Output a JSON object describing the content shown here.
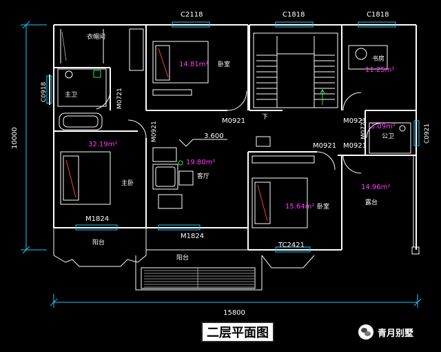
{
  "title": "二层平面图",
  "watermark": "青月别墅",
  "dimensions": {
    "total_width": "15800",
    "total_height": "10000"
  },
  "level_mark": "3.600",
  "windows": {
    "c2118": "C2118",
    "c1818_stair": "C1818",
    "c1818_study": "C1818",
    "c0918": "C0918",
    "c0921": "C0921",
    "m1824_master": "M1824",
    "m1824_living": "M1824",
    "tc2421": "TC2421"
  },
  "doors": {
    "m0721": "M0721",
    "m0921_bed2": "M0921",
    "m0921_living": "M0921",
    "m0921_study": "M0921",
    "m0921_hall": "M0921",
    "m0921_bath": "M0921",
    "m0721_bath": "M0721"
  },
  "rooms": {
    "closet": "衣帽间",
    "master_bath": "主卫",
    "master_bed": "主卧",
    "master_bed_area": "32.19m²",
    "bedroom_n": "卧室",
    "bedroom_n_area": "14.81m²",
    "living": "客厅",
    "living_area": "19.80m²",
    "stair_down": "下",
    "study": "书房",
    "study_area": "11.25m²",
    "public_bath": "公卫",
    "public_bath_area": "3.09m²",
    "bedroom_s": "卧室",
    "bedroom_s_area": "15.64m²",
    "terrace": "露台",
    "terrace_area": "14.96m²",
    "balcony_w": "阳台",
    "balcony_s": "阳台"
  },
  "colors": {
    "background": "#000000",
    "wall": "#ffffff",
    "window": "#19d1ff",
    "area_label": "#ff3cff",
    "green_detail": "#2ee84c"
  }
}
